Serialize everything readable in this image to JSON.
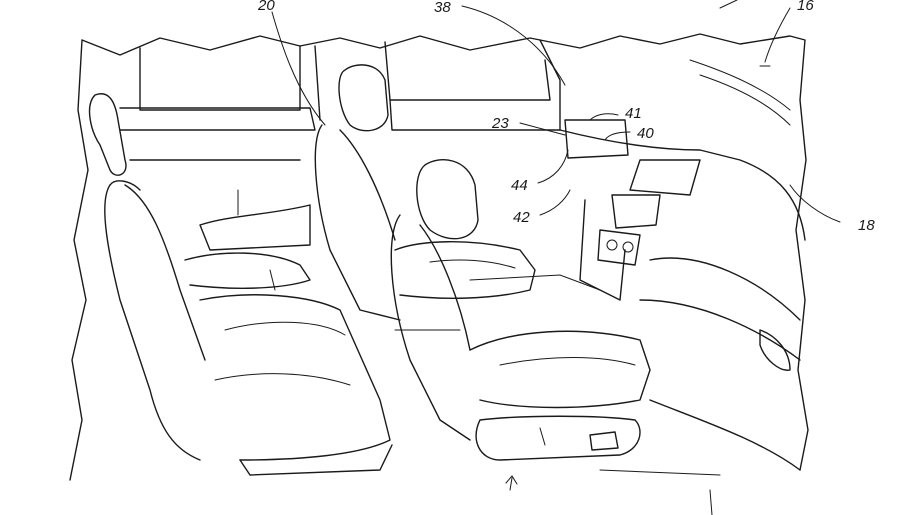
{
  "figure": {
    "reference_numerals": [
      {
        "id": "ref-20",
        "text": "20"
      },
      {
        "id": "ref-38",
        "text": "38"
      },
      {
        "id": "ref-16",
        "text": "16"
      },
      {
        "id": "ref-41",
        "text": "41"
      },
      {
        "id": "ref-23",
        "text": "23"
      },
      {
        "id": "ref-40",
        "text": "40"
      },
      {
        "id": "ref-44",
        "text": "44"
      },
      {
        "id": "ref-42",
        "text": "42"
      },
      {
        "id": "ref-18",
        "text": "18"
      }
    ]
  }
}
